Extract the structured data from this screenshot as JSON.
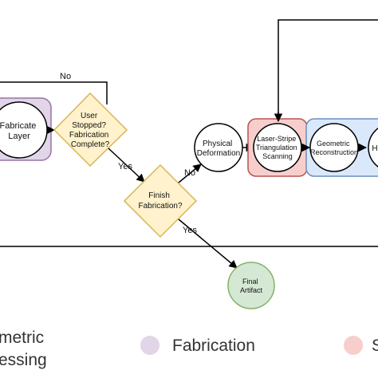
{
  "nodes": {
    "fabricate_layer": [
      "Fabricate",
      "Layer"
    ],
    "user_stopped": [
      "User",
      "Stopped?",
      "Fabrication",
      "Complete?"
    ],
    "finish_fabrication": [
      "Finish",
      "Fabrication?"
    ],
    "physical_deformation": [
      "Physical",
      "Deformation"
    ],
    "laser_stripe": [
      "Laser-Stripe",
      "Triangulation",
      "Scanning"
    ],
    "geometric_reconstruction": [
      "Geometric",
      "Reconstruction"
    ],
    "final_artifact": [
      "Final",
      "Artifact"
    ],
    "right_partial": [
      "H"
    ]
  },
  "edges": {
    "no_top": "No",
    "yes_mid": "Yes",
    "no_mid": "No",
    "yes_bottom": "Yes"
  },
  "legend": {
    "left_label": [
      "metric",
      "essing"
    ],
    "fabrication_label": "Fabrication",
    "right_label": "S"
  },
  "colors": {
    "fabrication_fill": "#e1d5e7",
    "fabrication_stroke": "#9673a6",
    "decision_fill": "#fff2cc",
    "decision_stroke": "#d6b656",
    "scanning_fill": "#f8cecc",
    "scanning_stroke": "#b85450",
    "processing_fill": "#dae8fc",
    "processing_stroke": "#6c8ebf",
    "final_fill": "#d5e8d4",
    "final_stroke": "#82b366"
  }
}
